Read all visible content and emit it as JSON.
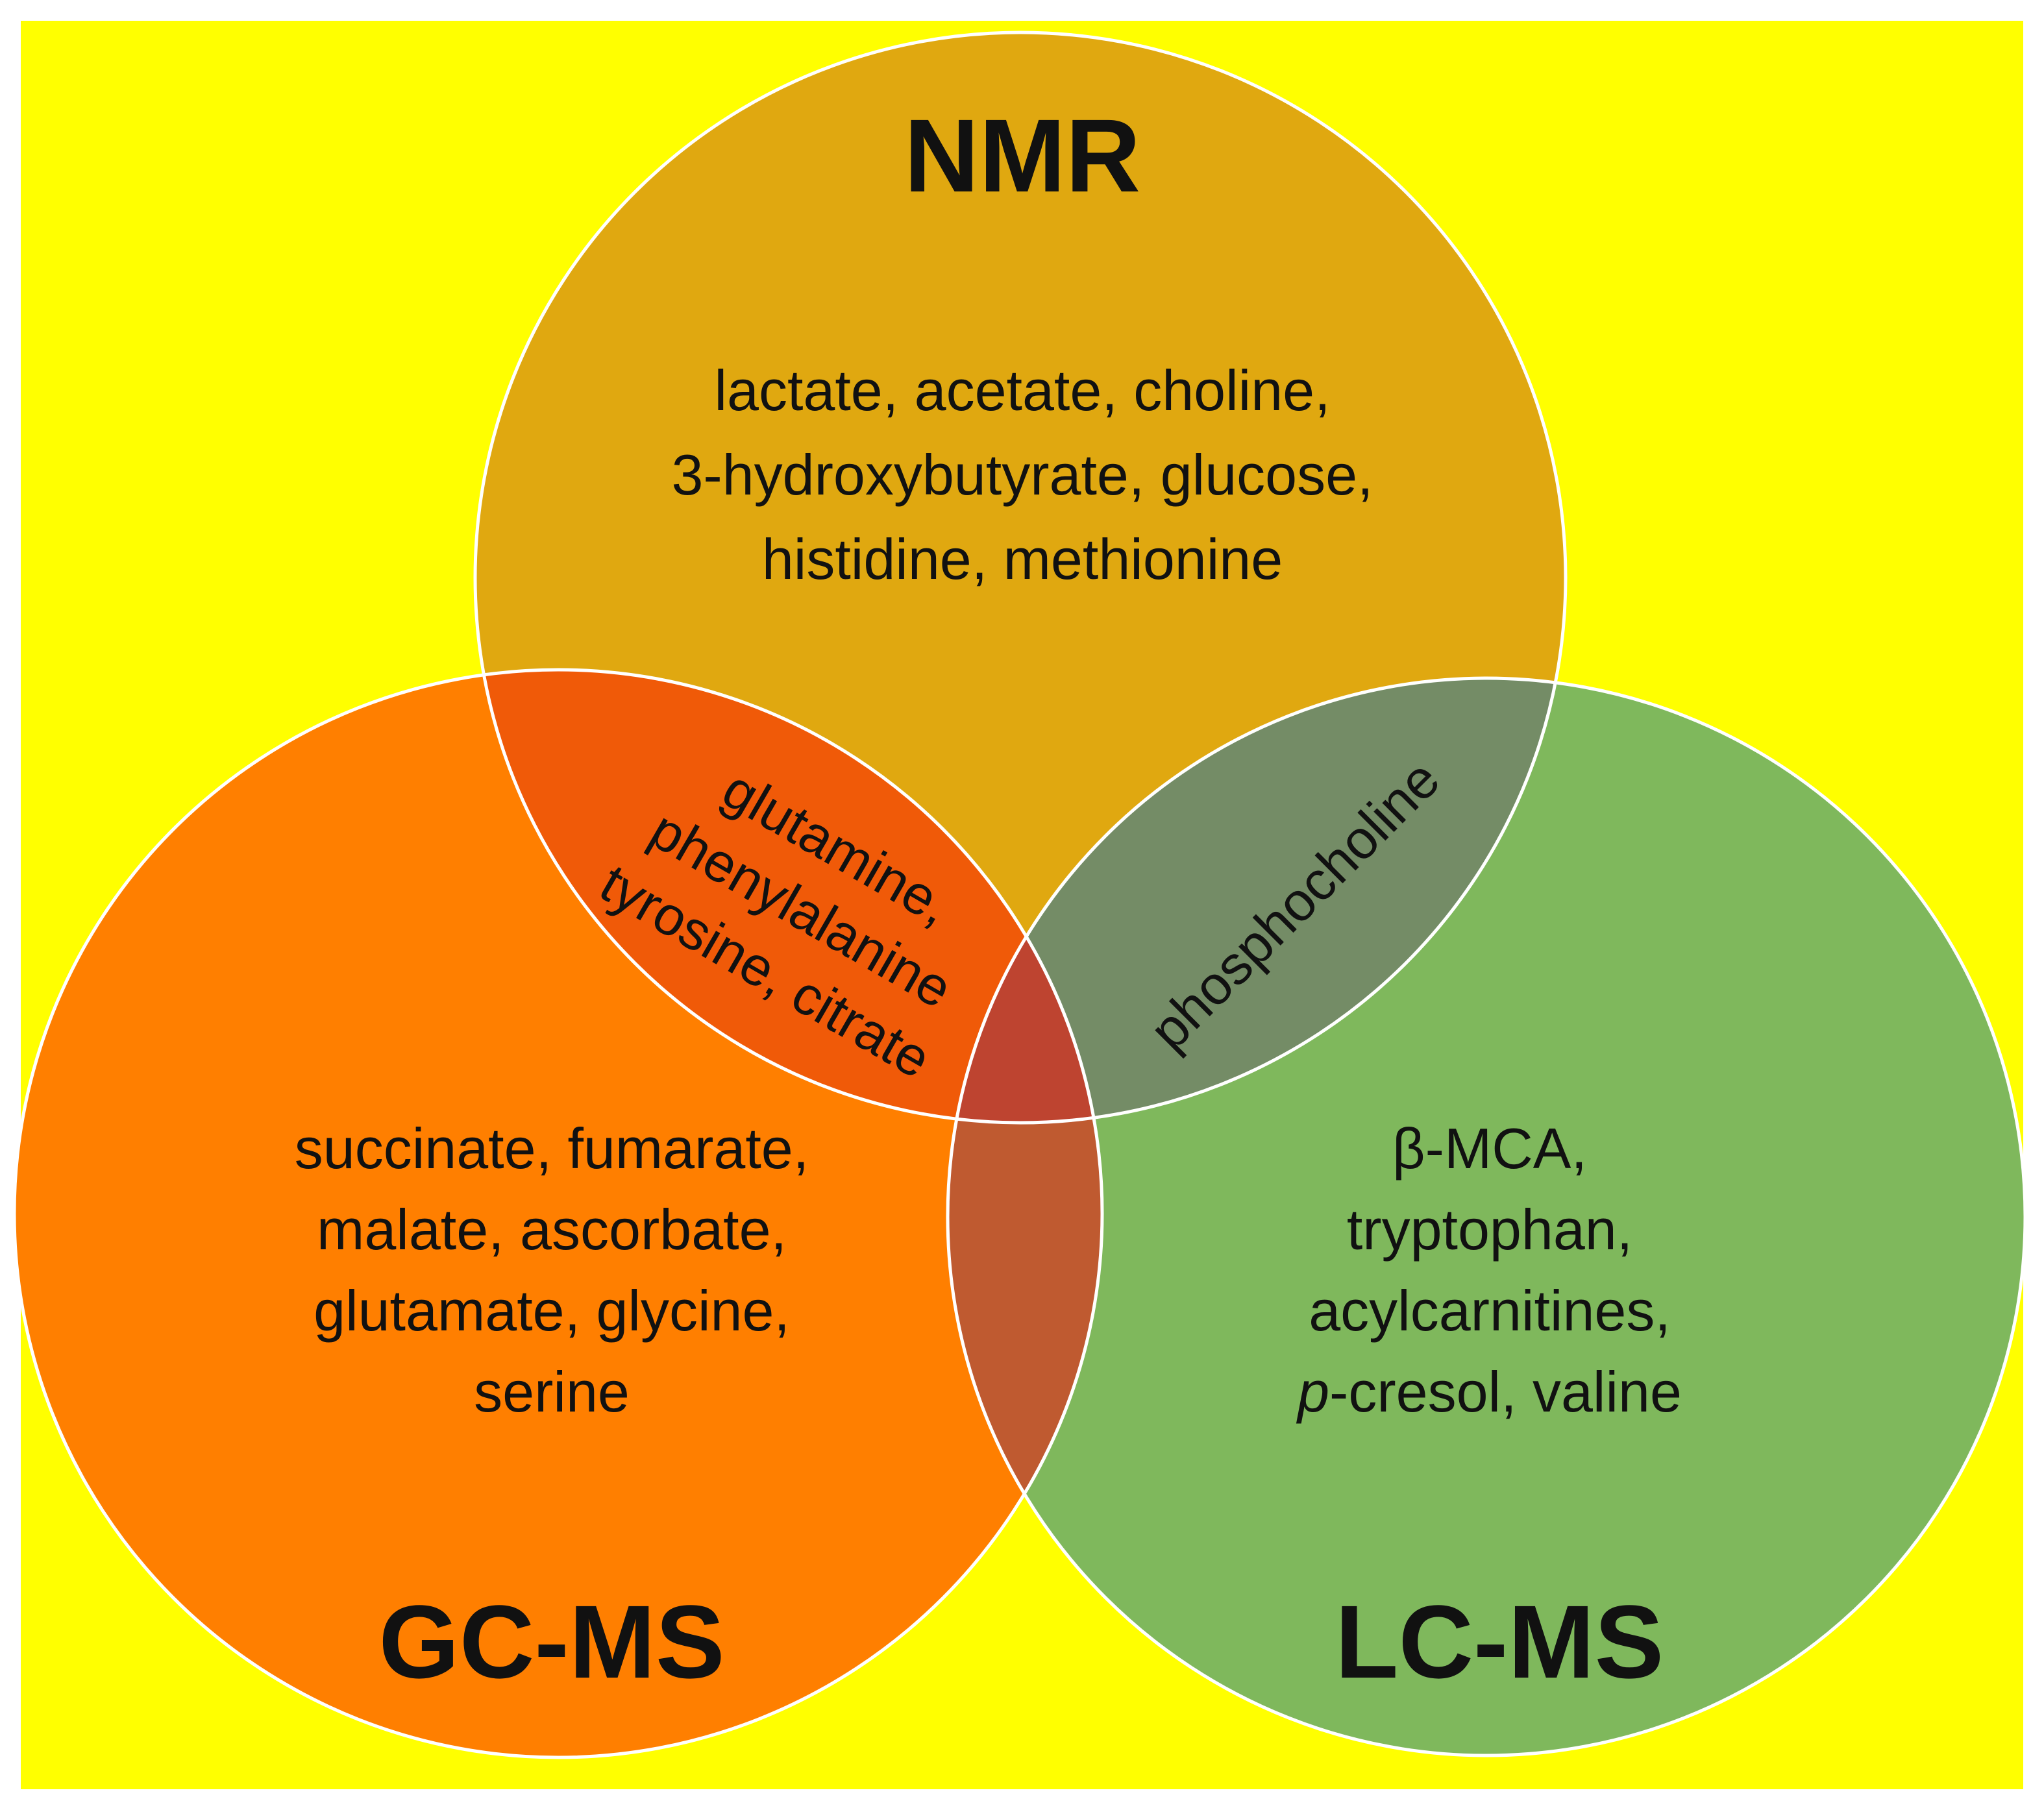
{
  "colors": {
    "background": "#FFFF00",
    "nmr": "#E0A810",
    "gcms": "#FF7F00",
    "lcms": "#7FB85C",
    "nmr_gcms": "#F05A08",
    "nmr_lcms": "#748C66",
    "gcms_lcms": "#BF5A30",
    "center": "#BE4430",
    "outline": "#FFFFFF"
  },
  "sets": {
    "nmr": {
      "label": "NMR",
      "lines": [
        "lactate, acetate, choline,",
        "3-hydroxybutyrate, glucose,",
        "histidine, methionine"
      ]
    },
    "gcms": {
      "label": "GC-MS",
      "lines": [
        "succinate, fumarate,",
        "malate, ascorbate,",
        "glutamate, glycine,",
        "serine"
      ]
    },
    "lcms": {
      "label": "LC-MS",
      "lines": [
        "β-MCA,",
        "tryptophan,",
        "acylcarnitines,",
        "cresol, valine"
      ],
      "italic_prefix": "p",
      "prefix_joiner": "-"
    }
  },
  "overlaps": {
    "nmr_gcms": {
      "lines": [
        "glutamine,",
        "phenylalanine",
        "tyrosine, citrate"
      ]
    },
    "nmr_lcms": {
      "lines": [
        "phosphocholine"
      ]
    }
  }
}
